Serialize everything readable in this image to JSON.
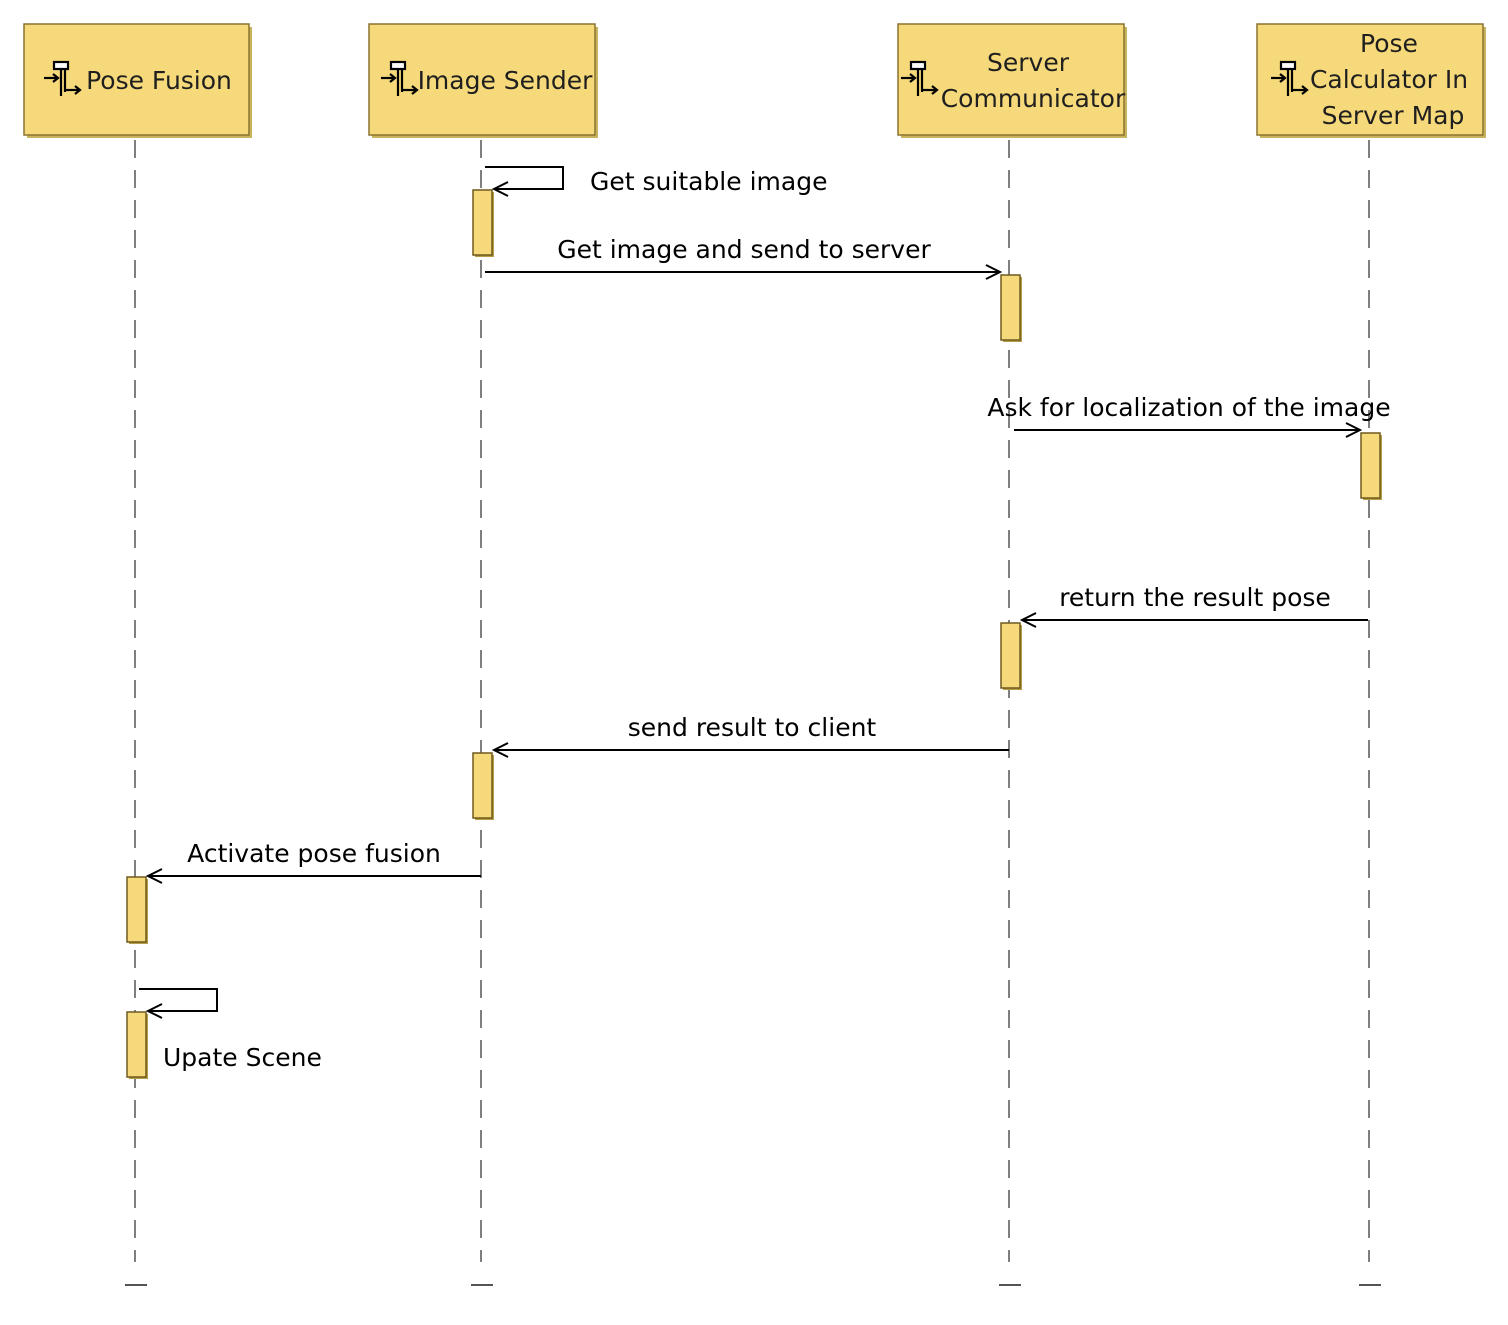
{
  "lifelines": [
    {
      "id": "pose-fusion",
      "lines": [
        "Pose Fusion"
      ],
      "icon": "component-icon"
    },
    {
      "id": "image-sender",
      "lines": [
        "Image Sender"
      ],
      "icon": "component-icon"
    },
    {
      "id": "server-communicator",
      "lines": [
        "Server",
        "Communicator"
      ],
      "icon": "component-icon"
    },
    {
      "id": "pose-calculator",
      "lines": [
        "Pose",
        "Calculator In",
        "Server Map"
      ],
      "icon": "component-icon"
    }
  ],
  "messages": [
    {
      "id": "get-suitable-image",
      "from": 1,
      "to": 1,
      "label": "Get suitable image",
      "self": true
    },
    {
      "id": "get-image-send-to-server",
      "from": 1,
      "to": 2,
      "label": "Get image and send to server"
    },
    {
      "id": "ask-for-localization",
      "from": 2,
      "to": 3,
      "label": "Ask for localization of the image"
    },
    {
      "id": "return-result-pose",
      "from": 3,
      "to": 2,
      "label": "return the result pose"
    },
    {
      "id": "send-result-to-client",
      "from": 2,
      "to": 1,
      "label": "send result to client"
    },
    {
      "id": "activate-pose-fusion",
      "from": 1,
      "to": 0,
      "label": "Activate pose fusion"
    },
    {
      "id": "upate-scene",
      "from": 0,
      "to": 0,
      "label": "Upate Scene",
      "self": true
    }
  ],
  "colors": {
    "lifeline_fill": "#f6d97a",
    "lifeline_border": "#8a7430",
    "activation_fill": "#f6d97a",
    "dash": "#7f7f7f",
    "arrow": "#000000"
  }
}
